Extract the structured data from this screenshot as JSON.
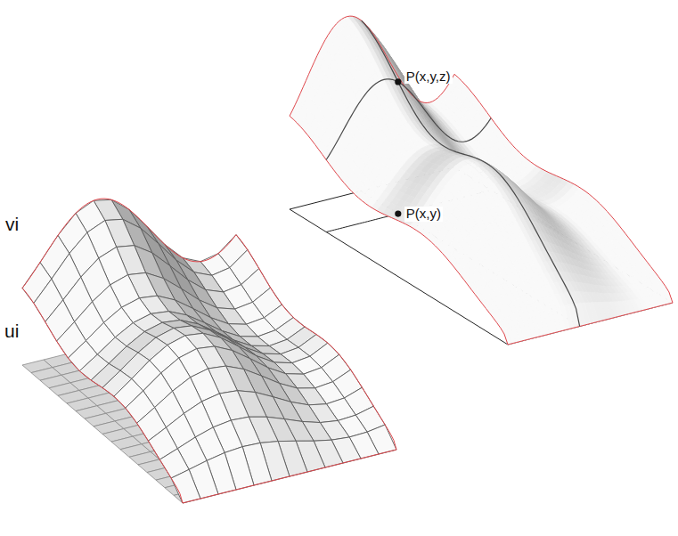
{
  "diagram": {
    "labels": [
      "vi",
      "ui",
      "P(x,y,z)",
      "P(x,y)"
    ]
  }
}
